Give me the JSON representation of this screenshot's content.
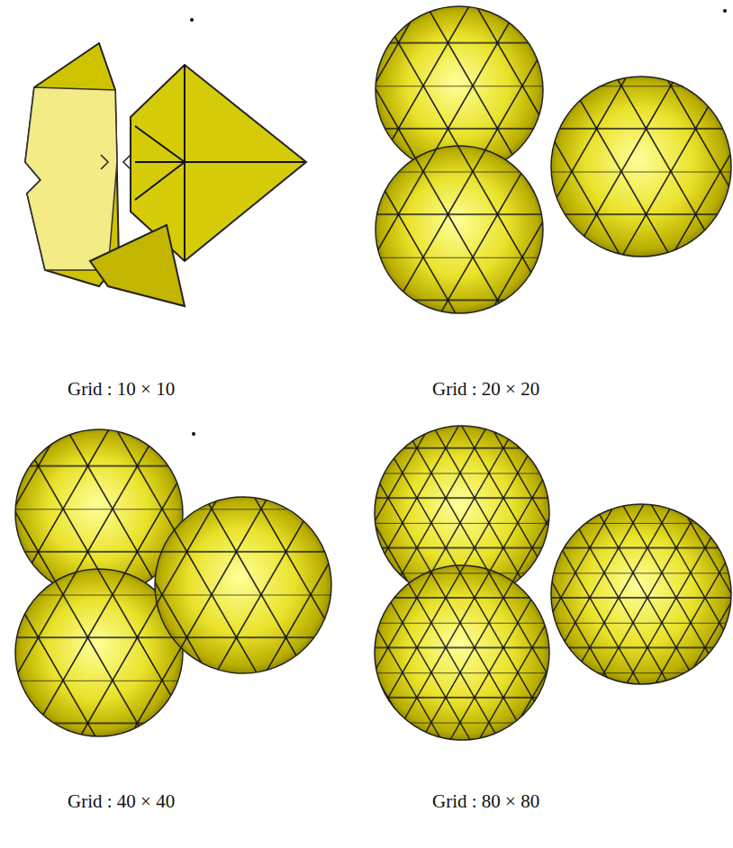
{
  "diagram": {
    "labels": [
      "Grid : 10 × 10",
      "Grid : 20 × 20",
      "Grid : 40 × 40",
      "Grid : 80 × 80"
    ]
  }
}
